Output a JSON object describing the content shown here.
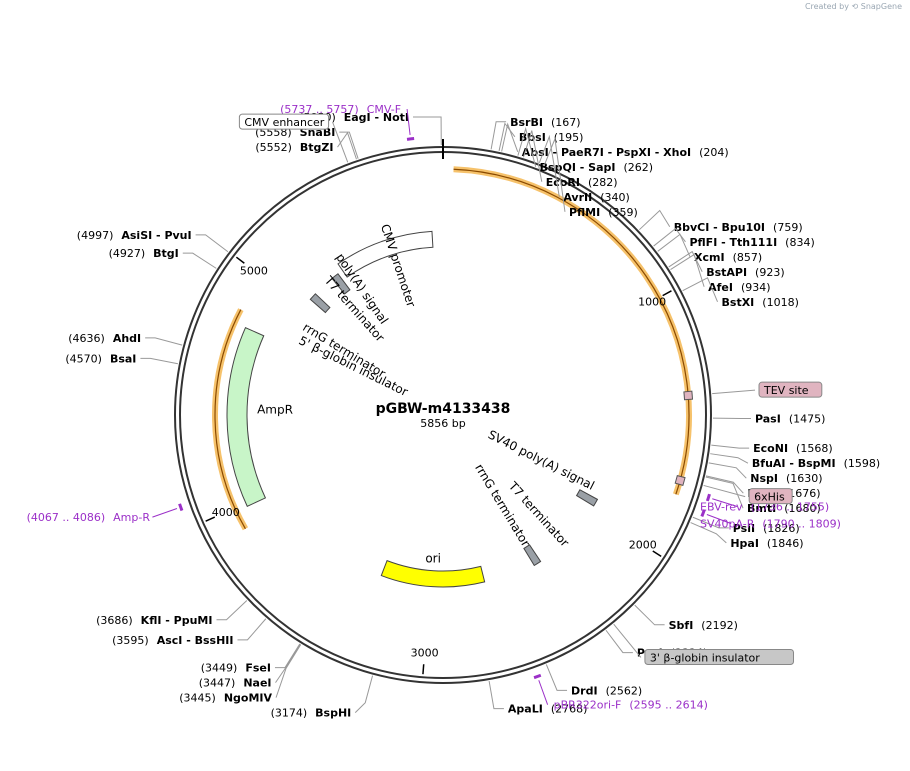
{
  "credit": {
    "prefix": "Created by",
    "brand": "SnapGene"
  },
  "plasmid": {
    "name": "pGBW-m4133438",
    "length_label": "5856 bp",
    "length": 5856
  },
  "colors": {
    "enzyme": "#000000",
    "primer": "#9b30c8",
    "orf": "#f6c26b",
    "ampr": "#c8f5c8",
    "ori": "#ffff00",
    "tag": "#e0b4c0",
    "backbone": "#333333"
  },
  "ticks": [
    {
      "pos": 1000,
      "label": "1000"
    },
    {
      "pos": 2000,
      "label": "2000"
    },
    {
      "pos": 3000,
      "label": "3000"
    },
    {
      "pos": 4000,
      "label": "4000"
    },
    {
      "pos": 5000,
      "label": "5000"
    }
  ],
  "enzymes": [
    {
      "pos": 5850,
      "name": "EagI - NotI",
      "coord": "(5850)",
      "side": "left"
    },
    {
      "pos": 167,
      "name": "BsrBI",
      "coord": "(167)",
      "side": "right"
    },
    {
      "pos": 195,
      "name": "BbsI",
      "coord": "(195)",
      "side": "right"
    },
    {
      "pos": 204,
      "name": "AbsI - PaeR7I - PspXI - XhoI",
      "coord": "(204)",
      "side": "right"
    },
    {
      "pos": 262,
      "name": "BspQI - SapI",
      "coord": "(262)",
      "side": "right"
    },
    {
      "pos": 282,
      "name": "EcoRI",
      "coord": "(282)",
      "side": "right"
    },
    {
      "pos": 340,
      "name": "AvrII",
      "coord": "(340)",
      "side": "right"
    },
    {
      "pos": 359,
      "name": "PflMI",
      "coord": "(359)",
      "side": "right"
    },
    {
      "pos": 759,
      "name": "BbvCI - Bpu10I",
      "coord": "(759)",
      "side": "right"
    },
    {
      "pos": 834,
      "name": "PflFI - Tth111I",
      "coord": "(834)",
      "side": "right"
    },
    {
      "pos": 857,
      "name": "XcmI",
      "coord": "(857)",
      "side": "right"
    },
    {
      "pos": 923,
      "name": "BstAPI",
      "coord": "(923)",
      "side": "right"
    },
    {
      "pos": 934,
      "name": "AfeI",
      "coord": "(934)",
      "side": "right"
    },
    {
      "pos": 1018,
      "name": "BstXI",
      "coord": "(1018)",
      "side": "right"
    },
    {
      "pos": 1475,
      "name": "PasI",
      "coord": "(1475)",
      "side": "right"
    },
    {
      "pos": 1568,
      "name": "EcoNI",
      "coord": "(1568)",
      "side": "right"
    },
    {
      "pos": 1598,
      "name": "BfuAI - BspMI",
      "coord": "(1598)",
      "side": "right"
    },
    {
      "pos": 1630,
      "name": "NspI",
      "coord": "(1630)",
      "side": "right"
    },
    {
      "pos": 1676,
      "name": "NheI",
      "coord": "(1676)",
      "side": "right"
    },
    {
      "pos": 1680,
      "name": "BmtI",
      "coord": "(1680)",
      "side": "right"
    },
    {
      "pos": 1826,
      "name": "PsiI",
      "coord": "(1826)",
      "side": "right"
    },
    {
      "pos": 1846,
      "name": "HpaI",
      "coord": "(1846)",
      "side": "right"
    },
    {
      "pos": 2192,
      "name": "SbfI",
      "coord": "(2192)",
      "side": "right"
    },
    {
      "pos": 2324,
      "name": "PacI",
      "coord": "(2324)",
      "side": "right"
    },
    {
      "pos": 2562,
      "name": "DrdI",
      "coord": "(2562)",
      "side": "right"
    },
    {
      "pos": 2768,
      "name": "ApaLI",
      "coord": "(2768)",
      "side": "right"
    },
    {
      "pos": 3174,
      "name": "BspHI",
      "coord": "(3174)",
      "side": "left"
    },
    {
      "pos": 3445,
      "name": "NgoMIV",
      "coord": "(3445)",
      "side": "left"
    },
    {
      "pos": 3447,
      "name": "NaeI",
      "coord": "(3447)",
      "side": "left"
    },
    {
      "pos": 3449,
      "name": "FseI",
      "coord": "(3449)",
      "side": "left"
    },
    {
      "pos": 3595,
      "name": "AscI - BssHII",
      "coord": "(3595)",
      "side": "left"
    },
    {
      "pos": 3686,
      "name": "KflI - PpuMI",
      "coord": "(3686)",
      "side": "left"
    },
    {
      "pos": 4570,
      "name": "BsaI",
      "coord": "(4570)",
      "side": "left"
    },
    {
      "pos": 4636,
      "name": "AhdI",
      "coord": "(4636)",
      "side": "left"
    },
    {
      "pos": 4927,
      "name": "BtgI",
      "coord": "(4927)",
      "side": "left"
    },
    {
      "pos": 4997,
      "name": "AsiSI - PvuI",
      "coord": "(4997)",
      "side": "left"
    },
    {
      "pos": 5552,
      "name": "BtgZI",
      "coord": "(5552)",
      "side": "left"
    },
    {
      "pos": 5558,
      "name": "SnaBI",
      "coord": "(5558)",
      "side": "left"
    }
  ],
  "primers": [
    {
      "pos": 5747,
      "name": "CMV-F",
      "range": "(5737 .. 5757)",
      "side": "left"
    },
    {
      "pos": 1745,
      "name": "EBV-rev",
      "range": "(1736 .. 1755)",
      "side": "right"
    },
    {
      "pos": 1800,
      "name": "SV40pA-R",
      "range": "(1790 .. 1809)",
      "side": "right"
    },
    {
      "pos": 2605,
      "name": "pBR322ori-F",
      "range": "(2595 .. 2614)",
      "side": "right"
    },
    {
      "pos": 4077,
      "name": "Amp-R",
      "range": "(4067 .. 4086)",
      "side": "left"
    }
  ],
  "boxed_labels": [
    {
      "name": "CMV enhancer",
      "style": "plain"
    },
    {
      "name": "TEV site",
      "style": "tag"
    },
    {
      "name": "6xHis",
      "style": "tag"
    },
    {
      "name": "3' β-globin insulator",
      "style": "gray"
    }
  ],
  "inner_labels": [
    {
      "text": "CMV promoter"
    },
    {
      "text": "poly(A) signal"
    },
    {
      "text": "T7 terminator"
    },
    {
      "text": "rrnG terminator"
    },
    {
      "text": "5' β-globin insulator"
    },
    {
      "text": "AmpR"
    },
    {
      "text": "SV40 poly(A) signal"
    },
    {
      "text": "T7 terminator"
    },
    {
      "text": "rrnG terminator"
    },
    {
      "text": "ori"
    }
  ]
}
